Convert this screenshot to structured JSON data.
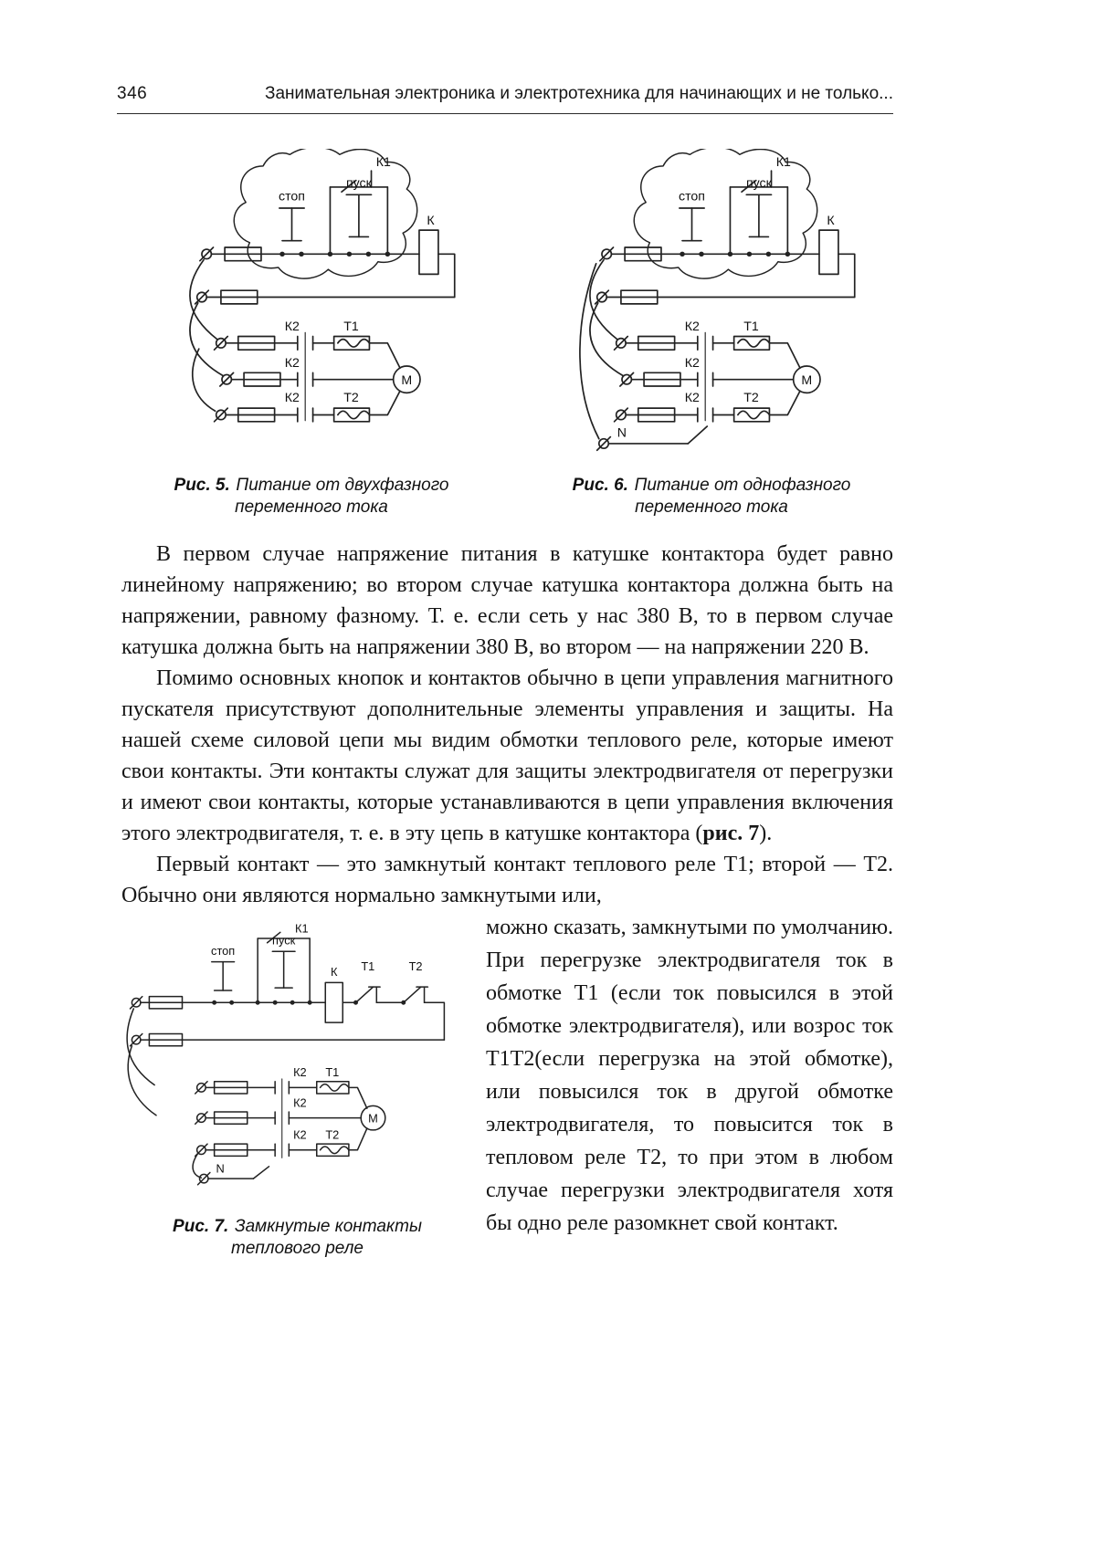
{
  "header": {
    "page_number": "346",
    "title": "Занимательная электроника и электротехника для начинающих и не только..."
  },
  "labels": {
    "k1": "К1",
    "stop": "стоп",
    "pusk": "пуск",
    "k": "К",
    "k2": "К2",
    "t1": "Т1",
    "t2": "Т2",
    "m": "М",
    "n": "N"
  },
  "figures": {
    "fig5": {
      "prefix": "Рис. 5.",
      "caption": "Питание от двухфазного переменного тока"
    },
    "fig6": {
      "prefix": "Рис. 6.",
      "caption": "Питание от однофазного переменного тока"
    },
    "fig7": {
      "prefix": "Рис. 7.",
      "caption": "Замкнутые контакты теплового реле"
    }
  },
  "body": {
    "p1": "В первом случае напряжение питания в катушке контактора будет равно линейному напряжению; во втором случае катушка контактора должна быть на напряжении, равному фазному. Т. е. если сеть у нас 380 В, то в первом случае катушка должна быть на напряжении 380 В, во втором — на напряжении 220 В.",
    "p2_before": "Помимо основных кнопок и контактов обычно в цепи управления магнитного пускателя присутствуют дополнительные элементы управления и защиты. На нашей схеме силовой цепи мы видим обмотки теплового реле, которые имеют свои контакты. Эти контакты служат для защиты электродвигателя от перегрузки и имеют свои контакты, которые устанавливаются в цепи управления включения этого электродвигателя, т. е. в эту цепь в катушке контактора (",
    "p2_bold": "рис. 7",
    "p2_after": ").",
    "p3_intro": "Первый контакт — это замкнутый контакт теплового реле Т1; второй — Т2. Обычно они являются нормально замкнутыми или,",
    "p3_wrap": "можно сказать, замкнутыми по умолчанию. При перегрузке электродвигателя ток в обмотке Т1 (если ток повысился в этой обмотке электродвигателя), или возрос ток Т1Т2(если перегрузка на этой обмотке), или повысился ток в другой обмотке электродвигателя, то повысится ток в тепловом реле Т2, то при этом в любом случае перегрузки электродвигателя хотя бы одно реле разомкнет свой контакт."
  }
}
